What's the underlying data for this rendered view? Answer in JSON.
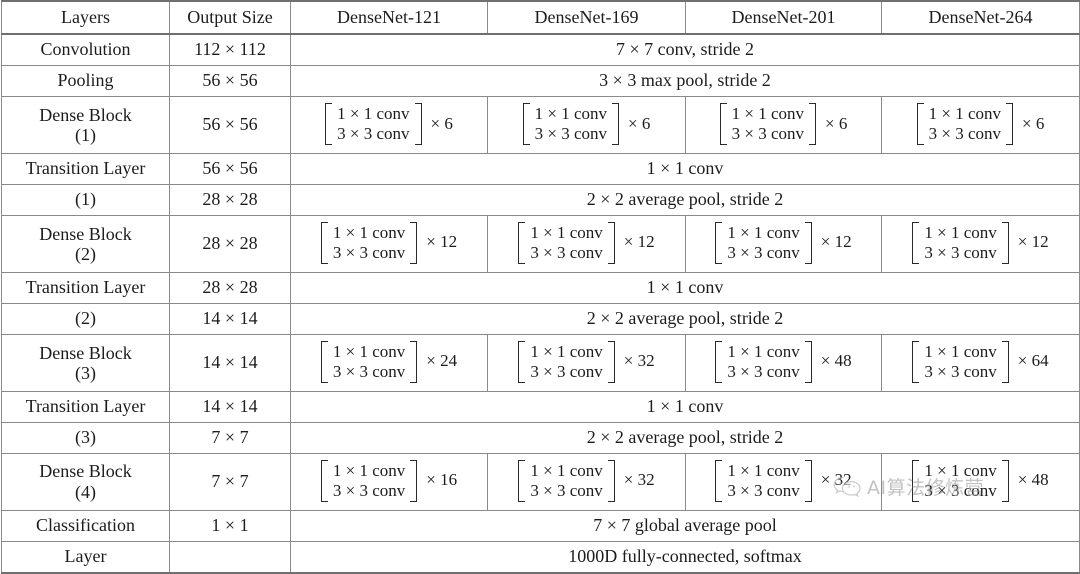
{
  "table": {
    "columns": [
      "Layers",
      "Output Size",
      "DenseNet-121",
      "DenseNet-169",
      "DenseNet-201",
      "DenseNet-264"
    ],
    "rows": [
      {
        "layer": "Convolution",
        "layer_sub": "",
        "output": "112 × 112",
        "span": "7 × 7 conv, stride 2"
      },
      {
        "layer": "Pooling",
        "layer_sub": "",
        "output": "56 × 56",
        "span": "3 × 3 max pool, stride 2"
      },
      {
        "layer": "Dense Block",
        "layer_sub": "(1)",
        "output": "56 × 56",
        "block": {
          "top": "1 × 1 conv",
          "bottom": "3 × 3 conv",
          "multipliers": [
            "× 6",
            "× 6",
            "× 6",
            "× 6"
          ]
        }
      },
      {
        "layer": "Transition Layer",
        "layer_sub": "(1)",
        "output_a": "56 × 56",
        "output_b": "28 × 28",
        "span_a": "1 × 1 conv",
        "span_b": "2 × 2 average pool, stride 2"
      },
      {
        "layer": "Dense Block",
        "layer_sub": "(2)",
        "output": "28 × 28",
        "block": {
          "top": "1 × 1 conv",
          "bottom": "3 × 3 conv",
          "multipliers": [
            "× 12",
            "× 12",
            "× 12",
            "× 12"
          ]
        }
      },
      {
        "layer": "Transition Layer",
        "layer_sub": "(2)",
        "output_a": "28 × 28",
        "output_b": "14 × 14",
        "span_a": "1 × 1 conv",
        "span_b": "2 × 2 average pool, stride 2"
      },
      {
        "layer": "Dense Block",
        "layer_sub": "(3)",
        "output": "14 × 14",
        "block": {
          "top": "1 × 1 conv",
          "bottom": "3 × 3 conv",
          "multipliers": [
            "× 24",
            "× 32",
            "× 48",
            "× 64"
          ]
        }
      },
      {
        "layer": "Transition Layer",
        "layer_sub": "(3)",
        "output_a": "14 × 14",
        "output_b": "7 × 7",
        "span_a": "1 × 1 conv",
        "span_b": "2 × 2 average pool, stride 2"
      },
      {
        "layer": "Dense Block",
        "layer_sub": "(4)",
        "output": "7 × 7",
        "block": {
          "top": "1 × 1 conv",
          "bottom": "3 × 3 conv",
          "multipliers": [
            "× 16",
            "× 32",
            "× 32",
            "× 48"
          ]
        }
      },
      {
        "layer": "Classification",
        "layer_sub": "Layer",
        "output_a": "1 × 1",
        "output_b": "",
        "span_a": "7 × 7 global average pool",
        "span_b": "1000D fully-connected, softmax"
      }
    ]
  },
  "watermark": {
    "text": "AI算法修炼营",
    "icon": "wechat-icon"
  },
  "colors": {
    "rule": "#6f6f6f",
    "grid": "#8a8a8a",
    "text": "#1c1c1c",
    "watermark": "#9d9d9d",
    "background": "#ffffff"
  }
}
